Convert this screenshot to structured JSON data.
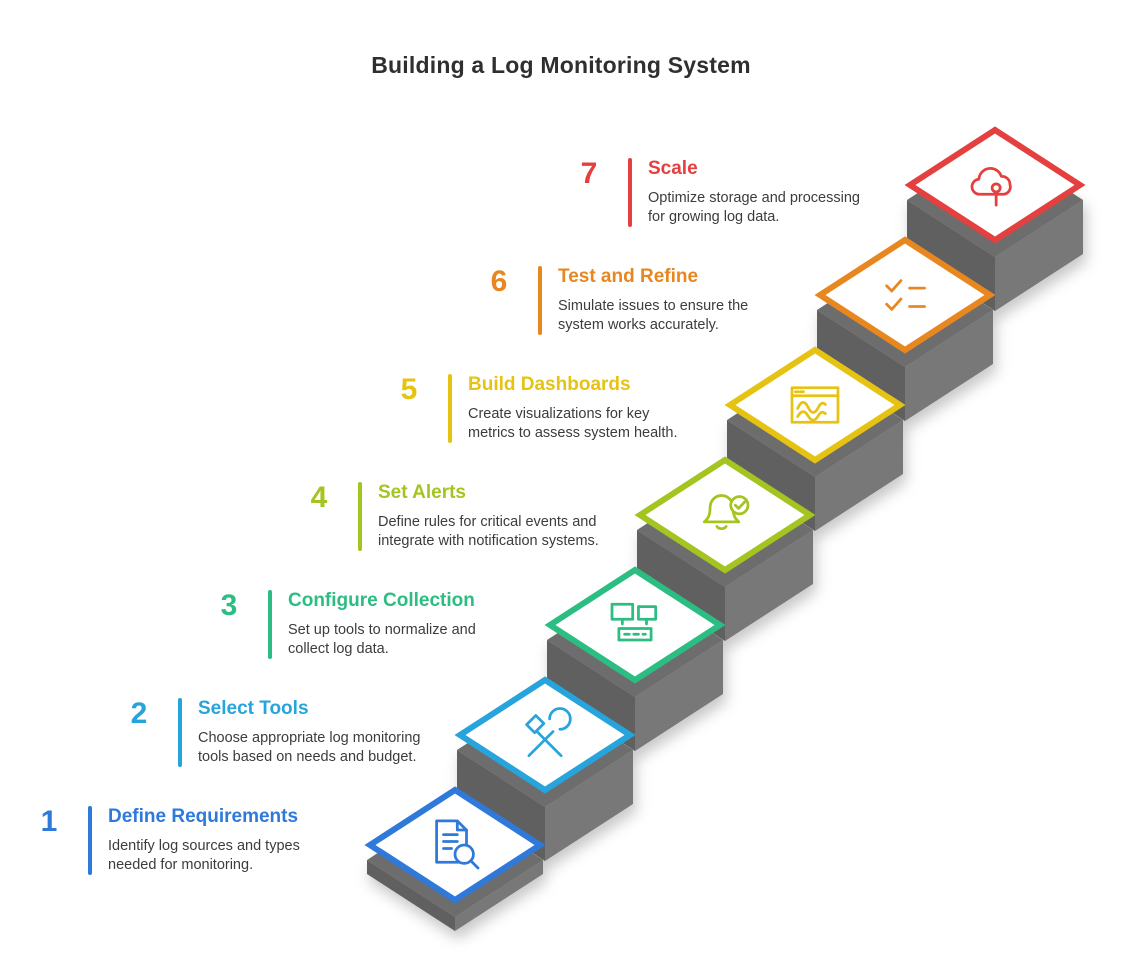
{
  "page": {
    "title": "Building a Log Monitoring System",
    "background_color": "#ffffff"
  },
  "staircase": {
    "top_color": "#6d6d6d",
    "left_face_color": "#606060",
    "right_face_color": "#787878"
  },
  "steps": [
    {
      "number": "1",
      "title": "Define Requirements",
      "description": "Identify log sources and types\nneeded for monitoring.",
      "color": "#2e79d9",
      "icon": "document-search-icon"
    },
    {
      "number": "2",
      "title": "Select Tools",
      "description": "Choose appropriate log monitoring\ntools based on needs and budget.",
      "color": "#27a4db",
      "icon": "tools-icon"
    },
    {
      "number": "3",
      "title": "Configure Collection",
      "description": "Set up tools to normalize and\ncollect log data.",
      "color": "#2cbd82",
      "icon": "network-devices-icon"
    },
    {
      "number": "4",
      "title": "Set Alerts",
      "description": "Define rules for critical events and\nintegrate with notification systems.",
      "color": "#a4c41f",
      "icon": "bell-check-icon"
    },
    {
      "number": "5",
      "title": "Build Dashboards",
      "description": "Create visualizations for key\nmetrics to assess system health.",
      "color": "#e6c313",
      "icon": "dashboard-chart-icon"
    },
    {
      "number": "6",
      "title": "Test and Refine",
      "description": "Simulate issues to ensure the\nsystem works accurately.",
      "color": "#e8871f",
      "icon": "checklist-icon"
    },
    {
      "number": "7",
      "title": "Scale",
      "description": "Optimize storage and processing\nfor growing log data.",
      "color": "#e44040",
      "icon": "cloud-pin-icon"
    }
  ]
}
